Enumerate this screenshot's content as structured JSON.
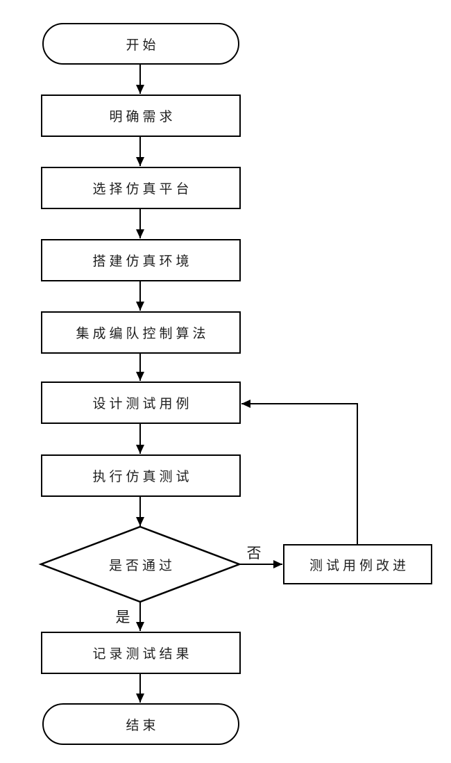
{
  "flowchart": {
    "background_color": "#ffffff",
    "stroke_color": "#000000",
    "node_fill_color": "#ffffff",
    "text_color": "#1f1f1f",
    "nodes": [
      {
        "id": "start",
        "type": "terminator",
        "label": "开始"
      },
      {
        "id": "clarify-requirements",
        "type": "process",
        "label": "明确需求"
      },
      {
        "id": "select-platform",
        "type": "process",
        "label": "选择仿真平台"
      },
      {
        "id": "build-environment",
        "type": "process",
        "label": "搭建仿真环境"
      },
      {
        "id": "integrate-algorithm",
        "type": "process",
        "label": "集成编队控制算法"
      },
      {
        "id": "design-test-cases",
        "type": "process",
        "label": "设计测试用例"
      },
      {
        "id": "run-simulation-test",
        "type": "process",
        "label": "执行仿真测试"
      },
      {
        "id": "pass-decision",
        "type": "decision",
        "label": "是否通过"
      },
      {
        "id": "improve-test-cases",
        "type": "process",
        "label": "测试用例改进"
      },
      {
        "id": "record-results",
        "type": "process",
        "label": "记录测试结果"
      },
      {
        "id": "end",
        "type": "terminator",
        "label": "结束"
      }
    ],
    "branch_labels": {
      "no": "否",
      "yes": "是"
    }
  }
}
